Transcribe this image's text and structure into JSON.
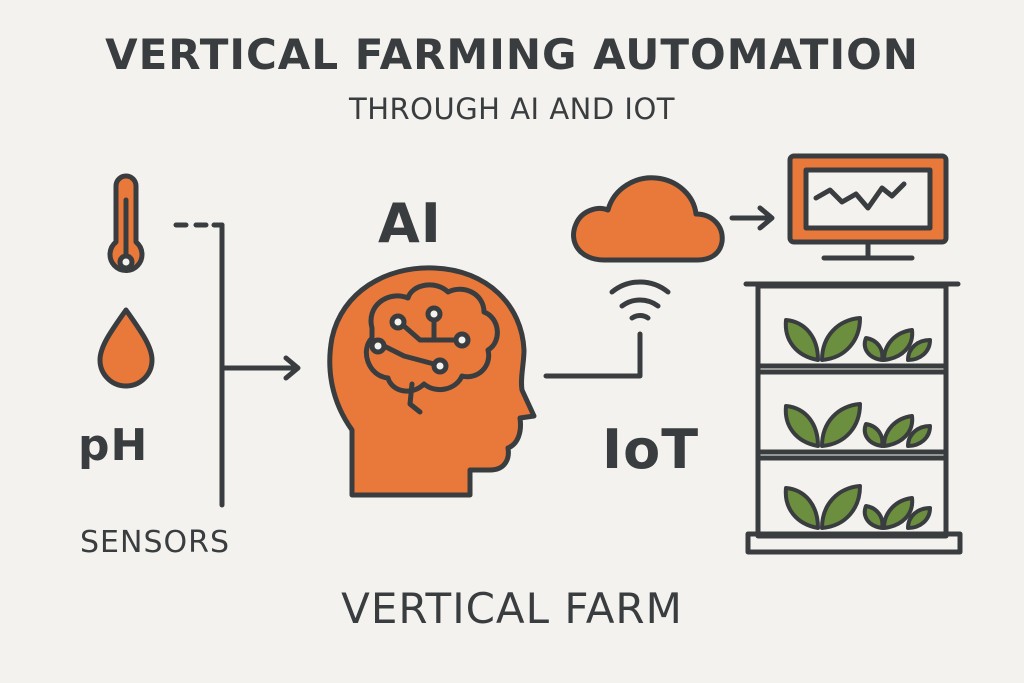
{
  "title": "VERTICAL FARMING AUTOMATION",
  "subtitle": "THROUGH AI AND IOT",
  "labels": {
    "ph": "pH",
    "sensors": "SENSORS",
    "ai": "AI",
    "iot": "IoT",
    "vertical_farm": "VERTICAL FARM"
  },
  "icons": [
    "thermometer-icon",
    "water-drop-icon",
    "brain-head-icon",
    "cloud-icon",
    "wifi-signal-icon",
    "monitor-chart-icon",
    "plant-shelf-icon"
  ],
  "colors": {
    "accent": "#e8793a",
    "stroke": "#3a3d3f",
    "leaf": "#6b8e3f",
    "background": "#f3f2ee"
  }
}
